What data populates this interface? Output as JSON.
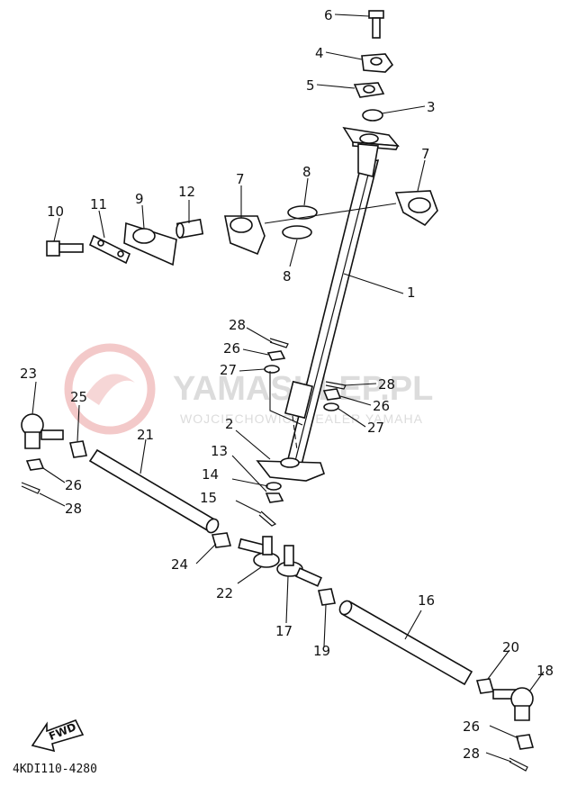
{
  "diagram_code": "4KDI110-4280",
  "fwd_label": "FWD",
  "watermark": {
    "title": "YAMASKLEP.PL",
    "subtitle": "WOJCIECHOWICZ DEALER YAMAHA"
  },
  "callouts": {
    "c1": "1",
    "c2": "2",
    "c3": "3",
    "c4": "4",
    "c5": "5",
    "c6": "6",
    "c7a": "7",
    "c7b": "7",
    "c8a": "8",
    "c8b": "8",
    "c9": "9",
    "c10": "10",
    "c11": "11",
    "c12": "12",
    "c13": "13",
    "c14": "14",
    "c15": "15",
    "c16": "16",
    "c17": "17",
    "c18": "18",
    "c19": "19",
    "c20": "20",
    "c21": "21",
    "c22": "22",
    "c23": "23",
    "c24": "24",
    "c25": "25",
    "c26a": "26",
    "c26b": "26",
    "c26c": "26",
    "c26d": "26",
    "c27a": "27",
    "c27b": "27",
    "c28a": "28",
    "c28b": "28",
    "c28c": "28",
    "c28d": "28"
  }
}
